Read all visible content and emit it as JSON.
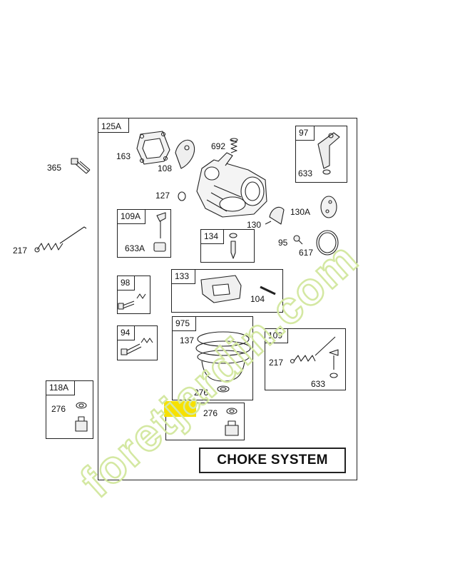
{
  "diagram": {
    "outer_tag": "125A",
    "title_box": "CHOKE SYSTEM",
    "free_labels": {
      "p163": "163",
      "p108": "108",
      "p692": "692",
      "p365": "365",
      "p127": "127",
      "p130A": "130A",
      "p130": "130",
      "p95": "95",
      "p617": "617",
      "p217": "217"
    },
    "boxes": {
      "b97": {
        "tag": "97",
        "part": "633"
      },
      "b109A": {
        "tag": "109A",
        "part": "633A"
      },
      "b134": {
        "tag": "134"
      },
      "b133": {
        "tag": "133",
        "part": "104"
      },
      "b98": {
        "tag": "98"
      },
      "b94": {
        "tag": "94"
      },
      "b975": {
        "tag": "975",
        "part1": "137",
        "part2": "276"
      },
      "b109": {
        "tag": "109",
        "part1": "217",
        "part2": "633"
      },
      "b118A": {
        "tag": "118A",
        "part": "276"
      },
      "b276": {
        "part": "276"
      }
    },
    "watermark": {
      "text": "foretjardin.com",
      "color_green": "#d4e8a2",
      "color_tan": "#e3d8c8",
      "highlight": "#f7e100"
    }
  }
}
